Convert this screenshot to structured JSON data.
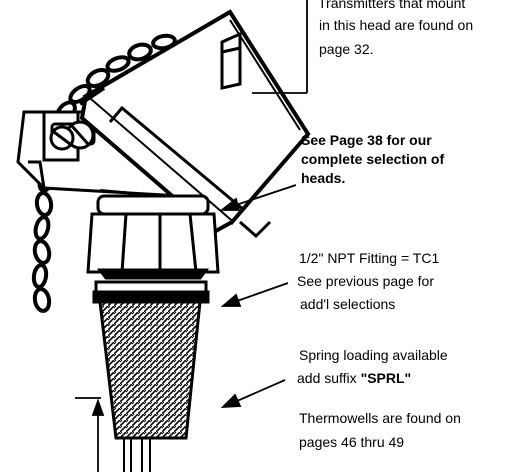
{
  "notes": {
    "transmitters_line1": "Transmitters  that mount",
    "transmitters_line2": "in this head are found on",
    "transmitters_line3": "page 32.",
    "heads_line1": "See Page 38 for our",
    "heads_line2": "complete selection of",
    "heads_line3": "heads.",
    "fitting_line1": "1/2\" NPT Fitting = TC1",
    "fitting_line2": "See previous page for",
    "fitting_line3": "add'l selections",
    "spring_line1": "Spring loading available",
    "spring_line2_prefix": "add suffix ",
    "spring_line2_code": "\"SPRL\"",
    "thermowell_line1": "Thermowells are found on",
    "thermowell_line2": "pages 46 thru 49"
  },
  "colors": {
    "ink": "#000000",
    "paper": "#ffffff"
  }
}
